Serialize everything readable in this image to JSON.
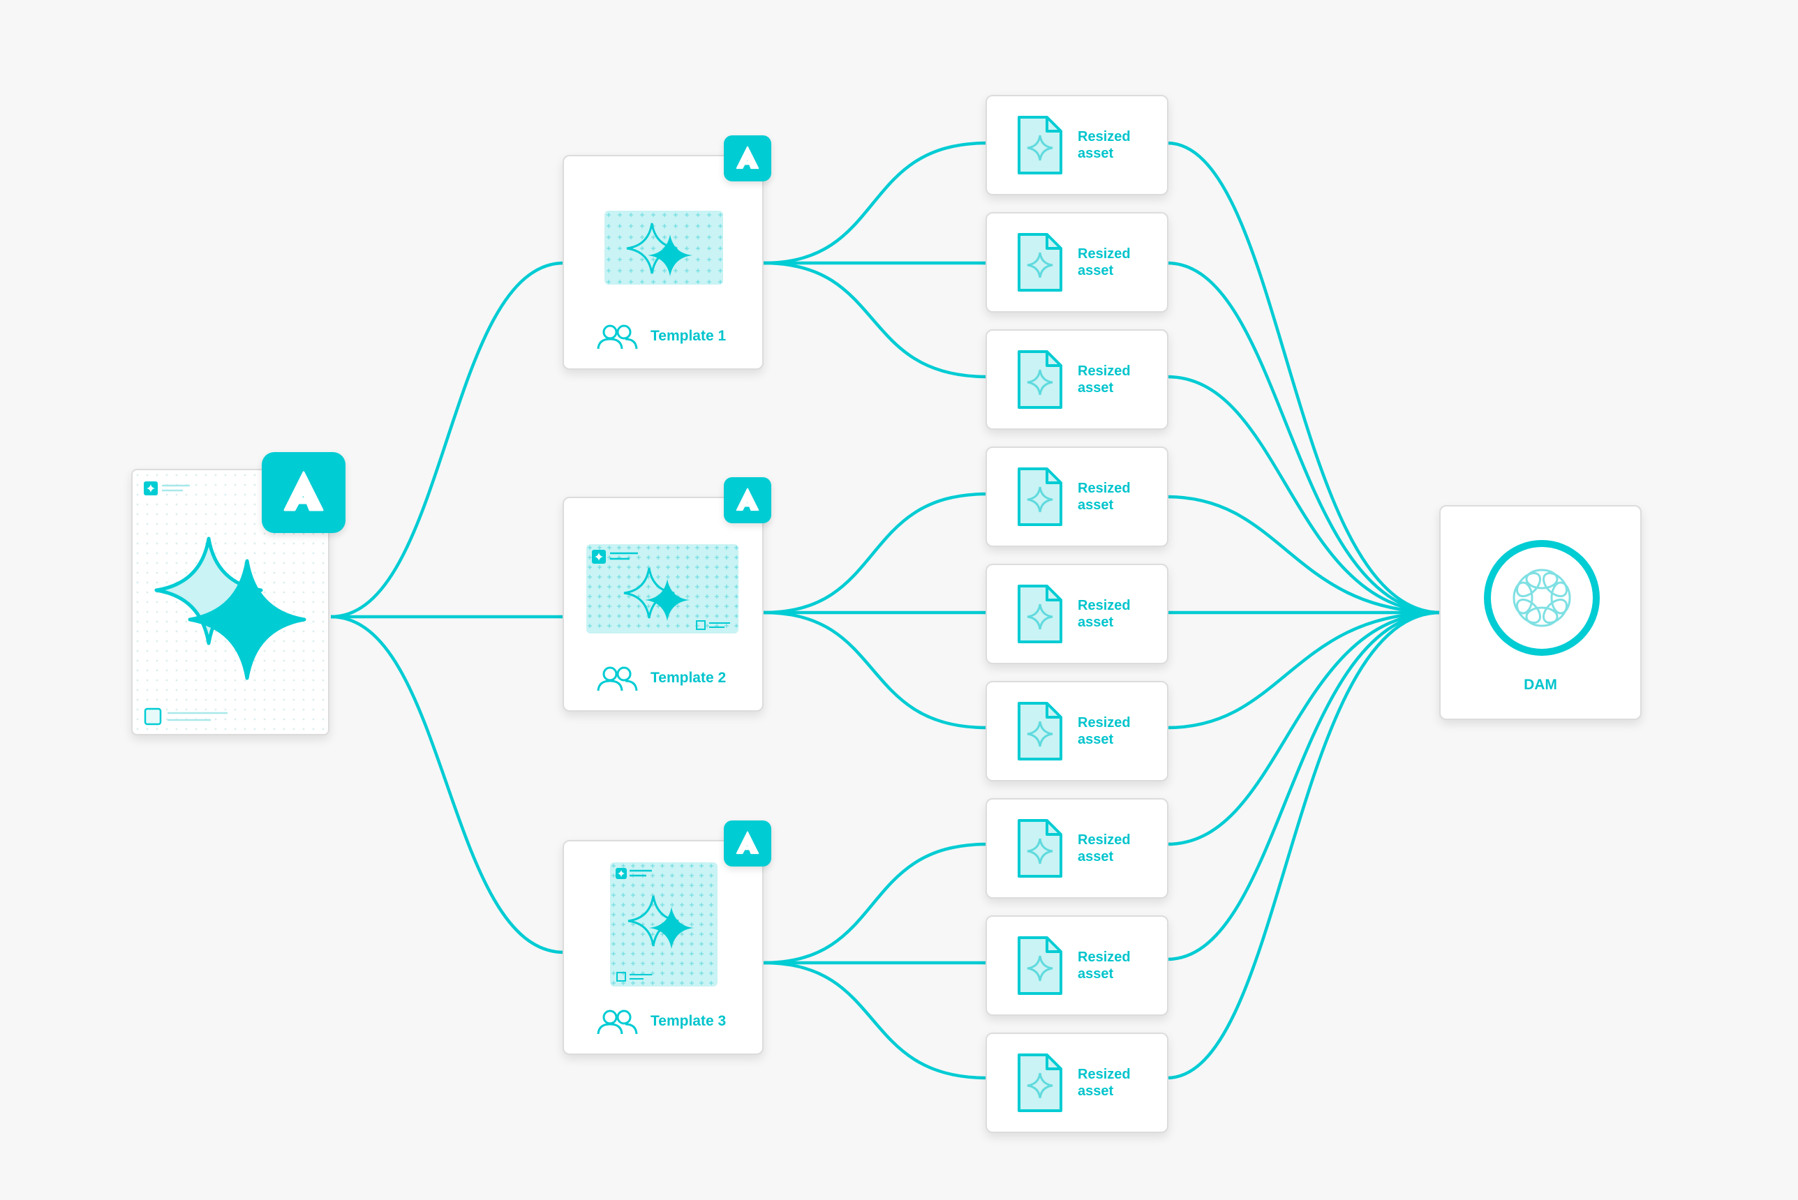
{
  "accent": "#00ccd3",
  "accent_light": "#c9f3f4",
  "source": {
    "icon": "sparkle-icon",
    "badge_icon": "adobe-express-icon"
  },
  "templates": [
    {
      "label": "Template 1",
      "icon": "users-icon",
      "badge_icon": "adobe-express-icon"
    },
    {
      "label": "Template 2",
      "icon": "users-icon",
      "badge_icon": "adobe-express-icon"
    },
    {
      "label": "Template 3",
      "icon": "users-icon",
      "badge_icon": "adobe-express-icon"
    }
  ],
  "assets": [
    {
      "line1": "Resized",
      "line2": "asset"
    },
    {
      "line1": "Resized",
      "line2": "asset"
    },
    {
      "line1": "Resized",
      "line2": "asset"
    },
    {
      "line1": "Resized",
      "line2": "asset"
    },
    {
      "line1": "Resized",
      "line2": "asset"
    },
    {
      "line1": "Resized",
      "line2": "asset"
    },
    {
      "line1": "Resized",
      "line2": "asset"
    },
    {
      "line1": "Resized",
      "line2": "asset"
    },
    {
      "line1": "Resized",
      "line2": "asset"
    }
  ],
  "dam": {
    "label": "DAM",
    "icon": "experience-manager-icon"
  }
}
